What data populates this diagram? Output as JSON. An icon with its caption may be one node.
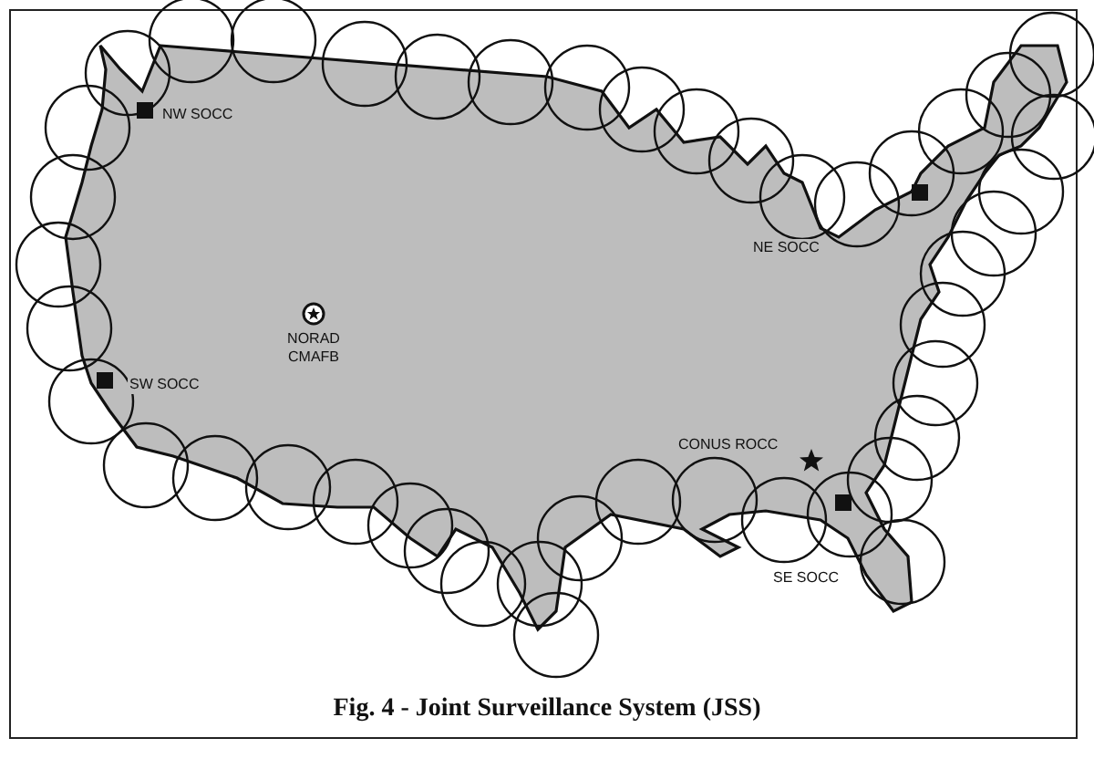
{
  "diagram": {
    "caption": "Fig. 4 - Joint Surveillance System (JSS)",
    "labels": [
      "NW SOCC",
      "NE SOCC",
      "NORAD CMAFB",
      "SW SOCC",
      "CONUS ROCC",
      "SE SOCC"
    ]
  }
}
